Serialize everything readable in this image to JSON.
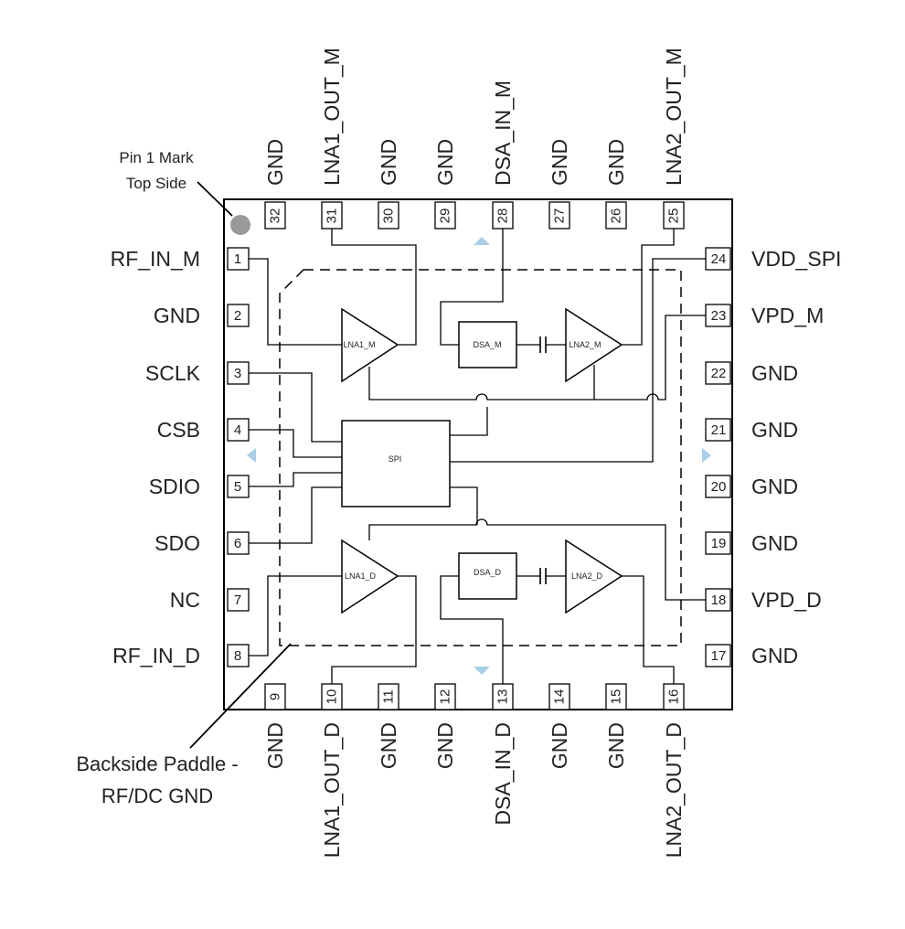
{
  "annotations": {
    "pin1_mark_line1": "Pin 1 Mark",
    "pin1_mark_line2": "Top Side",
    "paddle_line1": "Backside Paddle -",
    "paddle_line2": "RF/DC GND"
  },
  "blocks": {
    "spi": "SPI",
    "lna1_m": "LNA1_M",
    "lna2_m": "LNA2_M",
    "dsa_m": "DSA_M",
    "lna1_d": "LNA1_D",
    "lna2_d": "LNA2_D",
    "dsa_d": "DSA_D"
  },
  "colors": {
    "line": "#000000",
    "orientation_marker": "#a9cfe6",
    "pin1_dot": "#999999"
  },
  "pins": {
    "left": [
      {
        "num": "1",
        "name": "RF_IN_M"
      },
      {
        "num": "2",
        "name": "GND"
      },
      {
        "num": "3",
        "name": "SCLK"
      },
      {
        "num": "4",
        "name": "CSB"
      },
      {
        "num": "5",
        "name": "SDIO"
      },
      {
        "num": "6",
        "name": "SDO"
      },
      {
        "num": "7",
        "name": "NC"
      },
      {
        "num": "8",
        "name": "RF_IN_D"
      }
    ],
    "right": [
      {
        "num": "24",
        "name": "VDD_SPI"
      },
      {
        "num": "23",
        "name": "VPD_M"
      },
      {
        "num": "22",
        "name": "GND"
      },
      {
        "num": "21",
        "name": "GND"
      },
      {
        "num": "20",
        "name": "GND"
      },
      {
        "num": "19",
        "name": "GND"
      },
      {
        "num": "18",
        "name": "VPD_D"
      },
      {
        "num": "17",
        "name": "GND"
      }
    ],
    "top": [
      {
        "num": "32",
        "name": "GND"
      },
      {
        "num": "31",
        "name": "LNA1_OUT_M"
      },
      {
        "num": "30",
        "name": "GND"
      },
      {
        "num": "29",
        "name": "GND"
      },
      {
        "num": "28",
        "name": "DSA_IN_M"
      },
      {
        "num": "27",
        "name": "GND"
      },
      {
        "num": "26",
        "name": "GND"
      },
      {
        "num": "25",
        "name": "LNA2_OUT_M"
      }
    ],
    "bottom": [
      {
        "num": "9",
        "name": "GND"
      },
      {
        "num": "10",
        "name": "LNA1_OUT_D"
      },
      {
        "num": "11",
        "name": "GND"
      },
      {
        "num": "12",
        "name": "GND"
      },
      {
        "num": "13",
        "name": "DSA_IN_D"
      },
      {
        "num": "14",
        "name": "GND"
      },
      {
        "num": "15",
        "name": "GND"
      },
      {
        "num": "16",
        "name": "LNA2_OUT_D"
      }
    ]
  }
}
